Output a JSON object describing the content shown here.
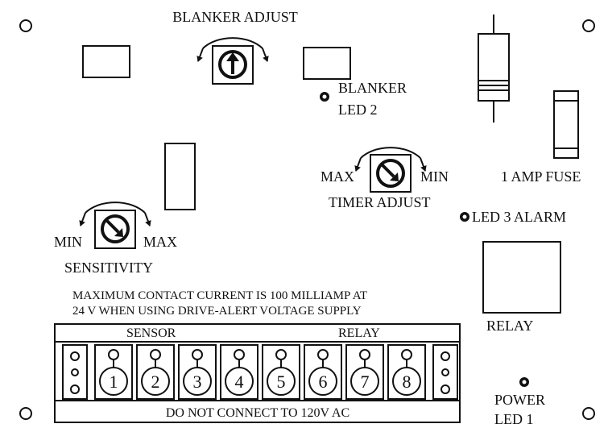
{
  "labels": {
    "blanker_adjust": "BLANKER ADJUST",
    "blanker_led_line1": "BLANKER",
    "blanker_led_line2": "LED 2",
    "timer_max": "MAX",
    "timer_min": "MIN",
    "timer_adjust": "TIMER ADJUST",
    "fuse": "1 AMP FUSE",
    "led3_alarm": "LED 3 ALARM",
    "sens_min": "MIN",
    "sens_max": "MAX",
    "sensitivity": "SENSITIVITY",
    "notice_line1": "MAXIMUM CONTACT CURRENT IS 100 MILLIAMP AT",
    "notice_line2": "24 V WHEN USING DRIVE-ALERT VOLTAGE SUPPLY",
    "relay_box": "RELAY",
    "sensor_header": "SENSOR",
    "relay_header": "RELAY",
    "warning": "DO NOT CONNECT TO 120V AC",
    "power_line1": "POWER",
    "power_line2": "LED 1"
  },
  "terminals": [
    "1",
    "2",
    "3",
    "4",
    "5",
    "6",
    "7",
    "8"
  ],
  "icons": {
    "mounting_hole": "circle-outline-icon",
    "led": "led-dot-icon",
    "potentiometer": "rotary-dial-arrow-icon",
    "rotation": "curved-arrow-icon"
  }
}
